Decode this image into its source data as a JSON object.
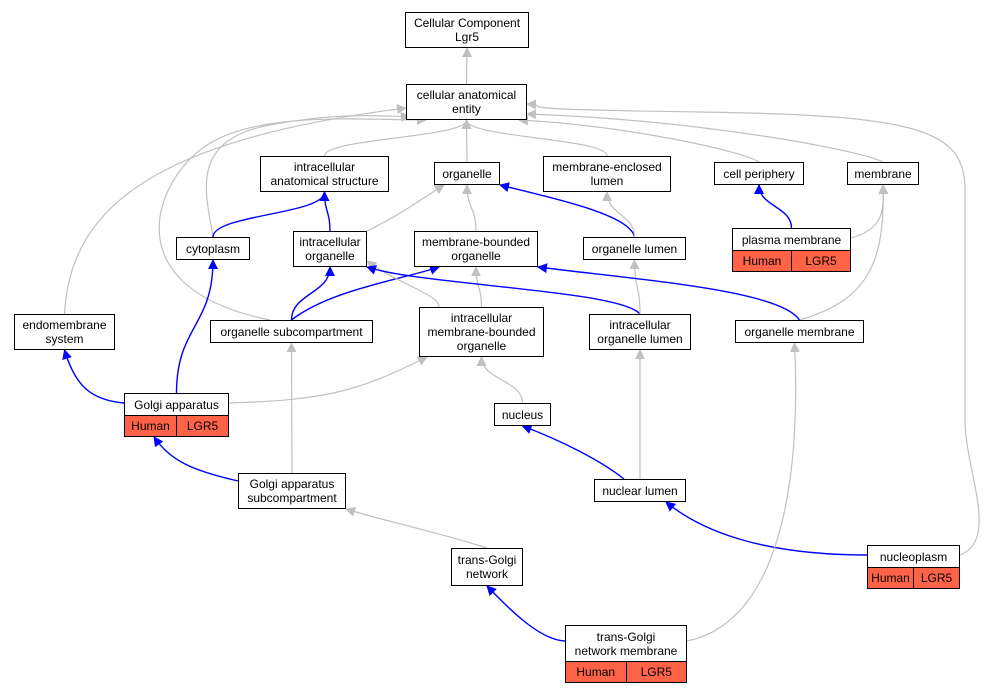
{
  "diagram": {
    "nodes": {
      "root": {
        "label": "Cellular Component\nLgr5"
      },
      "cae": {
        "label": "cellular anatomical\nentity"
      },
      "ias": {
        "label": "intracellular\nanatomical structure"
      },
      "organelle": {
        "label": "organelle"
      },
      "mel": {
        "label": "membrane-enclosed\nlumen"
      },
      "cellper": {
        "label": "cell periphery"
      },
      "membrane": {
        "label": "membrane"
      },
      "cytoplasm": {
        "label": "cytoplasm"
      },
      "intorg": {
        "label": "intracellular\norganelle"
      },
      "mbo": {
        "label": "membrane-bounded\norganelle"
      },
      "orglumen": {
        "label": "organelle lumen"
      },
      "plasma": {
        "label": "plasma membrane",
        "tags": [
          "Human",
          "LGR5"
        ]
      },
      "endo": {
        "label": "endomembrane\nsystem"
      },
      "orgsub": {
        "label": "organelle subcompartment"
      },
      "imbo": {
        "label": "intracellular\nmembrane-bounded\norganelle"
      },
      "intlumen": {
        "label": "intracellular\norganelle lumen"
      },
      "orgmem": {
        "label": "organelle membrane"
      },
      "golgi": {
        "label": "Golgi apparatus",
        "tags": [
          "Human",
          "LGR5"
        ]
      },
      "nucleus": {
        "label": "nucleus"
      },
      "golgisub": {
        "label": "Golgi apparatus\nsubcompartment"
      },
      "nuclumen": {
        "label": "nuclear lumen"
      },
      "nucleoplasm": {
        "label": "nucleoplasm",
        "tags": [
          "Human",
          "LGR5"
        ]
      },
      "tgn": {
        "label": "trans-Golgi\nnetwork"
      },
      "tgnmem": {
        "label": "trans-Golgi\nnetwork membrane",
        "tags": [
          "Human",
          "LGR5"
        ]
      }
    },
    "colors": {
      "is_a_edge": "#c0c0c0",
      "part_of_edge": "#0000ff",
      "annotation_fill": "#ff6347"
    },
    "edges": [
      {
        "from": "cae",
        "to": "root",
        "relation": "is_a"
      },
      {
        "from": "ias",
        "to": "cae",
        "relation": "is_a"
      },
      {
        "from": "organelle",
        "to": "cae",
        "relation": "is_a"
      },
      {
        "from": "mel",
        "to": "cae",
        "relation": "is_a"
      },
      {
        "from": "cellper",
        "to": "cae",
        "relation": "is_a"
      },
      {
        "from": "membrane",
        "to": "cae",
        "relation": "is_a"
      },
      {
        "from": "cytoplasm",
        "to": "cae",
        "relation": "is_a"
      },
      {
        "from": "orgsub",
        "to": "cae",
        "relation": "is_a"
      },
      {
        "from": "endo",
        "to": "cae",
        "relation": "is_a"
      },
      {
        "from": "nucleoplasm",
        "to": "cae",
        "relation": "is_a"
      },
      {
        "from": "cytoplasm",
        "to": "ias",
        "relation": "part_of"
      },
      {
        "from": "intorg",
        "to": "ias",
        "relation": "part_of"
      },
      {
        "from": "intorg",
        "to": "organelle",
        "relation": "is_a"
      },
      {
        "from": "mbo",
        "to": "organelle",
        "relation": "is_a"
      },
      {
        "from": "orglumen",
        "to": "organelle",
        "relation": "part_of"
      },
      {
        "from": "orglumen",
        "to": "mel",
        "relation": "is_a"
      },
      {
        "from": "plasma",
        "to": "cellper",
        "relation": "part_of"
      },
      {
        "from": "plasma",
        "to": "membrane",
        "relation": "is_a"
      },
      {
        "from": "orgmem",
        "to": "membrane",
        "relation": "is_a"
      },
      {
        "from": "orgsub",
        "to": "intorg",
        "relation": "part_of"
      },
      {
        "from": "orgsub",
        "to": "mbo",
        "relation": "part_of"
      },
      {
        "from": "imbo",
        "to": "intorg",
        "relation": "is_a"
      },
      {
        "from": "imbo",
        "to": "mbo",
        "relation": "is_a"
      },
      {
        "from": "intlumen",
        "to": "intorg",
        "relation": "part_of"
      },
      {
        "from": "intlumen",
        "to": "orglumen",
        "relation": "is_a"
      },
      {
        "from": "orgmem",
        "to": "mbo",
        "relation": "part_of"
      },
      {
        "from": "golgi",
        "to": "endo",
        "relation": "part_of"
      },
      {
        "from": "golgi",
        "to": "cytoplasm",
        "relation": "part_of"
      },
      {
        "from": "golgi",
        "to": "imbo",
        "relation": "is_a"
      },
      {
        "from": "nucleus",
        "to": "imbo",
        "relation": "is_a"
      },
      {
        "from": "golgisub",
        "to": "orgsub",
        "relation": "is_a"
      },
      {
        "from": "golgisub",
        "to": "golgi",
        "relation": "part_of"
      },
      {
        "from": "nuclumen",
        "to": "intlumen",
        "relation": "is_a"
      },
      {
        "from": "nuclumen",
        "to": "nucleus",
        "relation": "part_of"
      },
      {
        "from": "nucleoplasm",
        "to": "nuclumen",
        "relation": "part_of"
      },
      {
        "from": "tgn",
        "to": "golgisub",
        "relation": "is_a"
      },
      {
        "from": "tgnmem",
        "to": "tgn",
        "relation": "part_of"
      },
      {
        "from": "tgnmem",
        "to": "orgmem",
        "relation": "is_a"
      }
    ]
  }
}
